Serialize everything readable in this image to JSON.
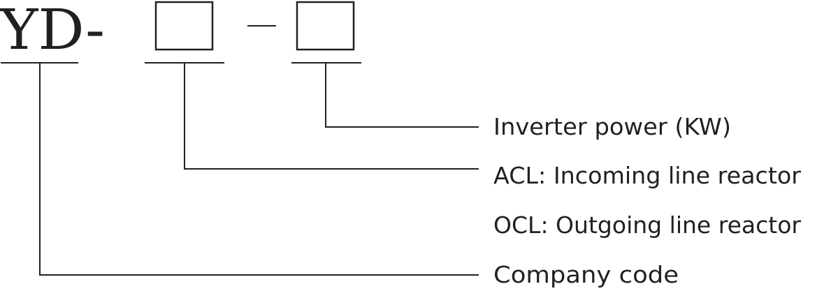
{
  "model_code": {
    "prefix": "YD-",
    "separator": "-"
  },
  "labels": {
    "inverter_power": "Inverter power (KW)",
    "acl": "ACL: Incoming line reactor",
    "ocl": "OCL: Outgoing line reactor",
    "company_code": "Company code"
  },
  "colors": {
    "ink": "#231f20",
    "background": "#ffffff"
  }
}
